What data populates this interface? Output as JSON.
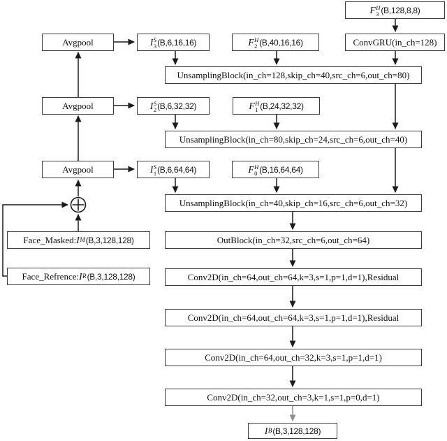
{
  "colors": {
    "line": "#1c1c1c",
    "gray_arrow": "#8f8f8f",
    "box_border": "#3d3d3d",
    "background": "#ffffff",
    "text": "#111111"
  },
  "nodes": {
    "f3": {
      "letter": "F",
      "sup": "H",
      "sub": "3",
      "args": "(B,128,8,8)"
    },
    "convgru": {
      "label": "ConvGRU(in_ch=128)"
    },
    "avgpool1": {
      "label": "Avgpool"
    },
    "avgpool2": {
      "label": "Avgpool"
    },
    "avgpool3": {
      "label": "Avgpool"
    },
    "i3": {
      "letter": "I",
      "sup": "S",
      "sub": "3",
      "args": "(B,6,16,16)"
    },
    "i2": {
      "letter": "I",
      "sup": "S",
      "sub": "2",
      "args": "(B,6,32,32)"
    },
    "i1": {
      "letter": "I",
      "sup": "S",
      "sub": "1",
      "args": "(B,6,64,64)"
    },
    "f2": {
      "letter": "F",
      "sup": "H",
      "sub": "2",
      "args": "(B,40,16,16)"
    },
    "f1": {
      "letter": "F",
      "sup": "H",
      "sub": "1",
      "args": "(B,24,32,32)"
    },
    "f0": {
      "letter": "F",
      "sup": "H",
      "sub": "0",
      "args": "(B,16,64,64)"
    },
    "unsampling1": {
      "label": "UnsamplingBlock(in_ch=128,skip_ch=40,src_ch=6,out_ch=80)"
    },
    "unsampling2": {
      "label": "UnsamplingBlock(in_ch=80,skip_ch=24,src_ch=6,out_ch=40)"
    },
    "unsampling3": {
      "label": "UnsamplingBlock(in_ch=40,skip_ch=16,src_ch=6,out_ch=32)"
    },
    "outblock": {
      "label": "OutBlock(in_ch=32,src_ch=6,out_ch=64)"
    },
    "conv1": {
      "label": "Conv2D(in_ch=64,out_ch=64,k=3,s=1,p=1,d=1),Residual"
    },
    "conv2": {
      "label": "Conv2D(in_ch=64,out_ch=64,k=3,s=1,p=1,d=1),Residual"
    },
    "conv3": {
      "label": "Conv2D(in_ch=64,out_ch=32,k=3,s=1,p=1,d=1)"
    },
    "conv4": {
      "label": "Conv2D(in_ch=32,out_ch=3,k=1,s=1,p=0,d=1)"
    },
    "face_masked": {
      "prefix": "Face_Masked:",
      "letter": "I",
      "sup": "M",
      "args": "(B,3,128,128)"
    },
    "face_refrence": {
      "prefix": "Face_Refrence:",
      "letter": "I",
      "sup": "R",
      "args": "(B,3,128,128)"
    },
    "output": {
      "letter": "I",
      "sup": "B",
      "args": "(B,3,128,128)"
    },
    "sum": {
      "symbol": "⊕"
    }
  }
}
